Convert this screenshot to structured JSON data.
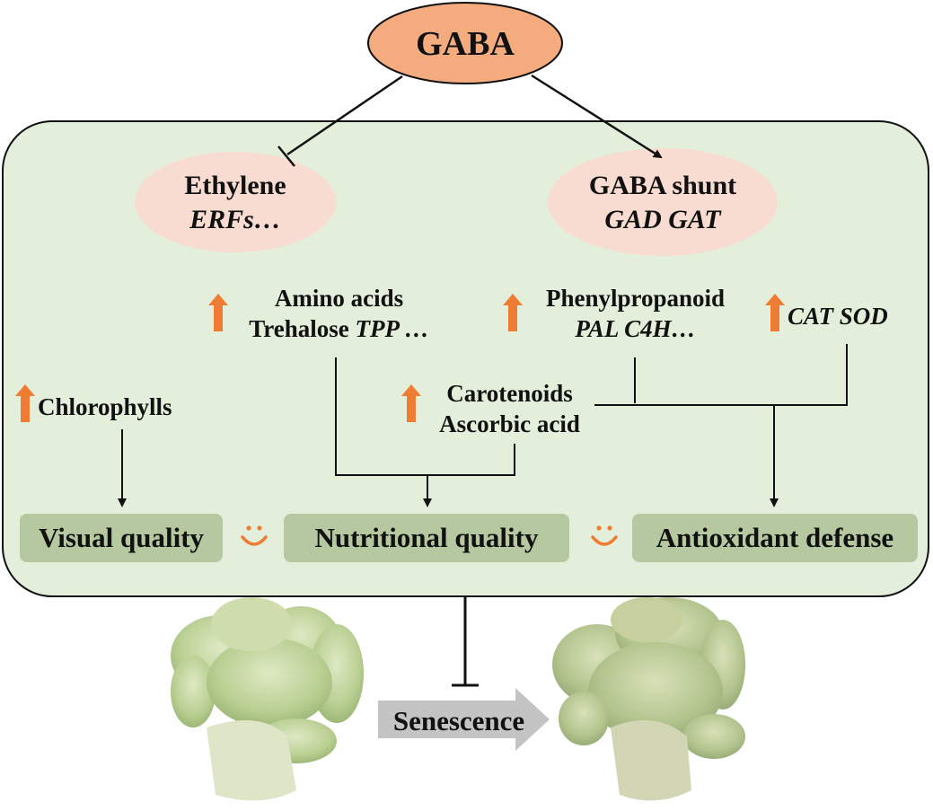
{
  "gaba": "GABA",
  "ethylene": {
    "line1": "Ethylene",
    "line2": "ERFs…"
  },
  "shunt": {
    "line1": "GABA shunt",
    "line2": "GAD GAT"
  },
  "amino": {
    "line1": "Amino acids",
    "line2a": "Trehalose ",
    "line2b": "TPP …"
  },
  "phenyl": {
    "line1": "Phenylpropanoid",
    "line2": "PAL C4H…"
  },
  "catsod": "CAT SOD",
  "chloro": "Chlorophylls",
  "carot": {
    "line1": "Carotenoids",
    "line2": "Ascorbic acid"
  },
  "outcomes": {
    "visual": "Visual quality",
    "nutritional": "Nutritional quality",
    "antioxidant": "Antioxidant defense"
  },
  "senescence": "Senescence",
  "colors": {
    "panel": "#e3efdb",
    "outcome_box": "#b6c8a0",
    "gaba_fill": "#f4ac7f",
    "pink": "#f8dcd1",
    "arrow_orange": "#ee7d33",
    "senescence_arrow": "#c4c4c4"
  }
}
